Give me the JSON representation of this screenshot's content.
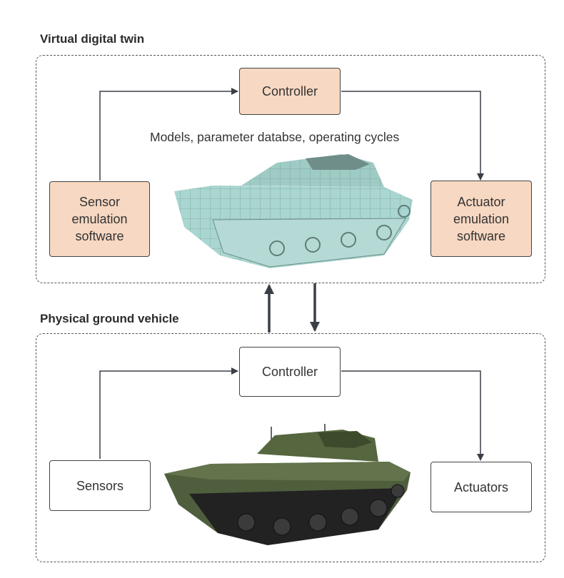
{
  "virtual_twin": {
    "title": "Virtual digital twin",
    "controller": "Controller",
    "sensor_box": "Sensor\nemulation\nsoftware",
    "actuator_box": "Actuator\nemulation\nsoftware",
    "caption": "Models, parameter databse, operating cycles",
    "fill_color": "#f7d8c2",
    "tank_color": "#a9d6d0"
  },
  "physical_vehicle": {
    "title": "Physical ground vehicle",
    "controller": "Controller",
    "sensor_box": "Sensors",
    "actuator_box": "Actuators",
    "tank_color": "#4f5e3c"
  }
}
